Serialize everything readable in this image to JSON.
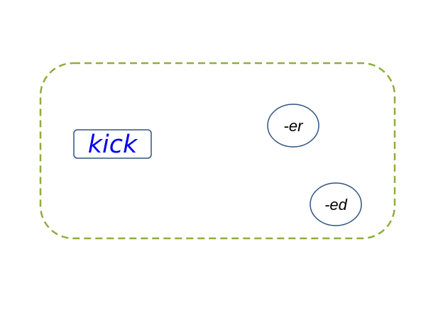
{
  "diagram": {
    "stem": {
      "label": "kick",
      "text_color": "#0000ee",
      "border_color": "#2f5480"
    },
    "suffixes": [
      {
        "label": "-er"
      },
      {
        "label": "-ed"
      }
    ],
    "suffix_border_color": "#2f5480",
    "group_border_color": "#8fad3c"
  }
}
